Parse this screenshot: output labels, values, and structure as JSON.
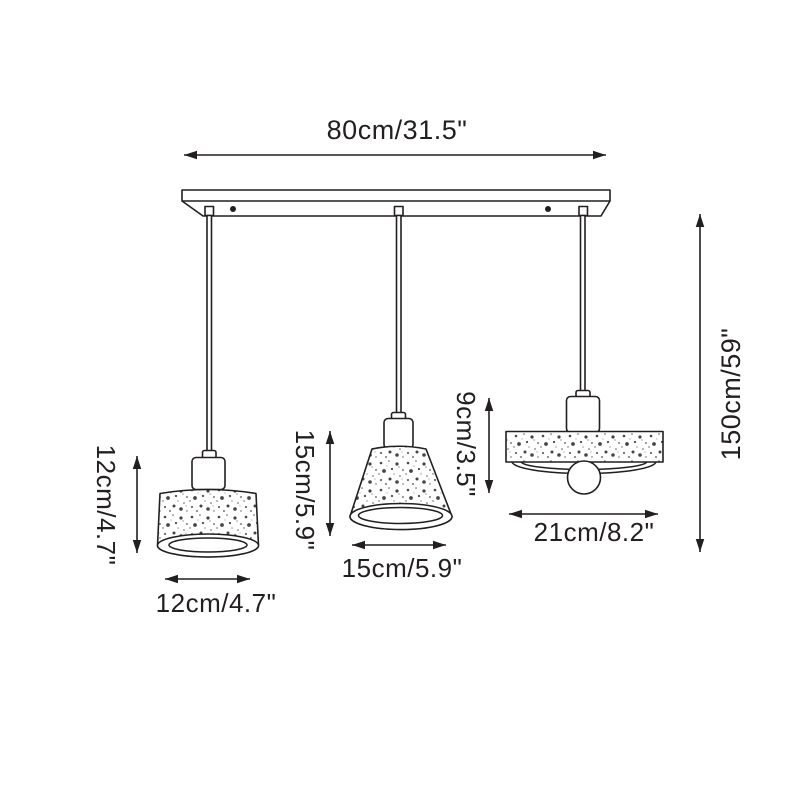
{
  "diagram_type": "pendant-light-dimension-drawing",
  "colors": {
    "line": "#231f20",
    "text": "#231f20",
    "background": "#ffffff",
    "speckle": "#4a4a4a"
  },
  "fixture": {
    "canopy": "ceiling-mount-bar",
    "pendants": [
      "cylinder-shade",
      "cone-shade",
      "disc-shade-with-bulb"
    ]
  },
  "labels": {
    "plate_width": "80cm/31.5\"",
    "overall_height": "150cm/59\"",
    "lamp1_height": "12cm/4.7\"",
    "lamp1_diameter": "12cm/4.7\"",
    "lamp2_height": "15cm/5.9\"",
    "lamp2_diameter": "15cm/5.9\"",
    "lamp3_height": "9cm/3.5\"",
    "lamp3_diameter": "21cm/8.2\""
  }
}
